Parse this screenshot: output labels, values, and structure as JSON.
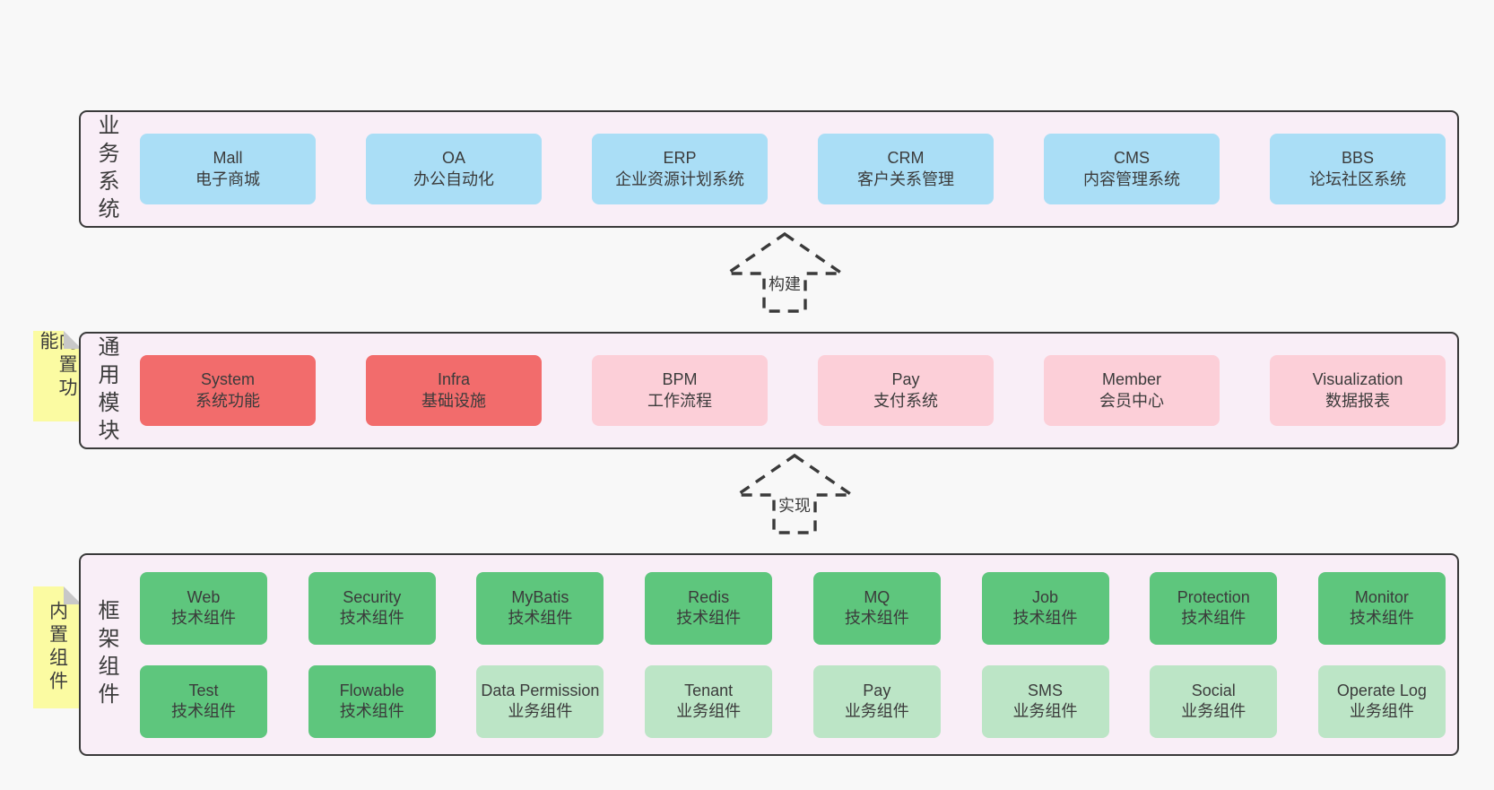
{
  "colors": {
    "page_background": "#f8f8f8",
    "panel_background": "#f9eef7",
    "panel_border": "#3a3a3a",
    "blue_box": "#aadef6",
    "red_box": "#f26c6c",
    "pink_box": "#fccfd8",
    "green_box": "#5ec67d",
    "light_green_box": "#bce5c6",
    "note_background": "#fbfba2",
    "note_fold": "#c8c8c8",
    "text": "#3b3b3b"
  },
  "arrows": [
    {
      "label": "构建"
    },
    {
      "label": "实现"
    }
  ],
  "layers": [
    {
      "label": "业务系统",
      "note": "",
      "rows": [
        [
          {
            "title": "Mall",
            "subtitle": "电子商城",
            "variant": "blue"
          },
          {
            "title": "OA",
            "subtitle": "办公自动化",
            "variant": "blue"
          },
          {
            "title": "ERP",
            "subtitle": "企业资源计划系统",
            "variant": "blue"
          },
          {
            "title": "CRM",
            "subtitle": "客户关系管理",
            "variant": "blue"
          },
          {
            "title": "CMS",
            "subtitle": "内容管理系统",
            "variant": "blue"
          },
          {
            "title": "BBS",
            "subtitle": "论坛社区系统",
            "variant": "blue"
          }
        ]
      ]
    },
    {
      "label": "通用模块",
      "note": "内置功能",
      "rows": [
        [
          {
            "title": "System",
            "subtitle": "系统功能",
            "variant": "red"
          },
          {
            "title": "Infra",
            "subtitle": "基础设施",
            "variant": "red"
          },
          {
            "title": "BPM",
            "subtitle": "工作流程",
            "variant": "pink"
          },
          {
            "title": "Pay",
            "subtitle": "支付系统",
            "variant": "pink"
          },
          {
            "title": "Member",
            "subtitle": "会员中心",
            "variant": "pink"
          },
          {
            "title": "Visualization",
            "subtitle": "数据报表",
            "variant": "pink"
          }
        ]
      ]
    },
    {
      "label": "框架组件",
      "note": "内置组件",
      "rows": [
        [
          {
            "title": "Web",
            "subtitle": "技术组件",
            "variant": "green"
          },
          {
            "title": "Security",
            "subtitle": "技术组件",
            "variant": "green"
          },
          {
            "title": "MyBatis",
            "subtitle": "技术组件",
            "variant": "green"
          },
          {
            "title": "Redis",
            "subtitle": "技术组件",
            "variant": "green"
          },
          {
            "title": "MQ",
            "subtitle": "技术组件",
            "variant": "green"
          },
          {
            "title": "Job",
            "subtitle": "技术组件",
            "variant": "green"
          },
          {
            "title": "Protection",
            "subtitle": "技术组件",
            "variant": "green"
          },
          {
            "title": "Monitor",
            "subtitle": "技术组件",
            "variant": "green"
          }
        ],
        [
          {
            "title": "Test",
            "subtitle": "技术组件",
            "variant": "green"
          },
          {
            "title": "Flowable",
            "subtitle": "技术组件",
            "variant": "green"
          },
          {
            "title": "Data Permission",
            "subtitle": "业务组件",
            "variant": "light"
          },
          {
            "title": "Tenant",
            "subtitle": "业务组件",
            "variant": "light"
          },
          {
            "title": "Pay",
            "subtitle": "业务组件",
            "variant": "light"
          },
          {
            "title": "SMS",
            "subtitle": "业务组件",
            "variant": "light"
          },
          {
            "title": "Social",
            "subtitle": "业务组件",
            "variant": "light"
          },
          {
            "title": "Operate Log",
            "subtitle": "业务组件",
            "variant": "light"
          }
        ]
      ]
    }
  ]
}
